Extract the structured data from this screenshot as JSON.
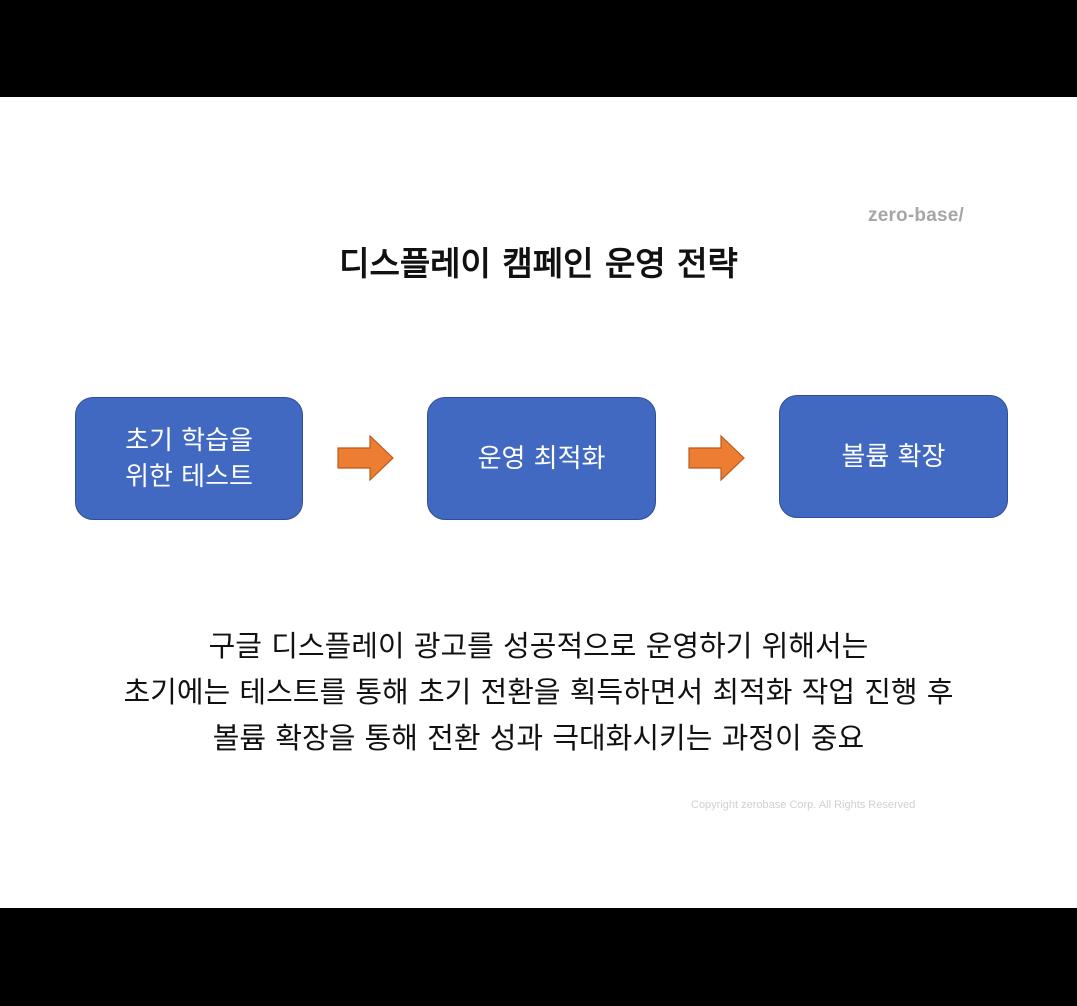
{
  "slide": {
    "logo": "zero-base/",
    "title": "디스플레이 캠페인 운영 전략",
    "flow": [
      {
        "line1": "초기 학습을",
        "line2": "위한 테스트"
      },
      {
        "line1": "운영 최적화",
        "line2": ""
      },
      {
        "line1": "볼륨 확장",
        "line2": ""
      }
    ],
    "arrow_icon": "right-arrow-icon",
    "description": [
      "구글 디스플레이 광고를 성공적으로 운영하기 위해서는",
      "초기에는 테스트를 통해 초기 전환을 획득하면서 최적화 작업 진행 후",
      "볼륨 확장을 통해 전환 성과 극대화시키는 과정이 중요"
    ],
    "copyright": "Copyright zerobase Corp. All Rights Reserved"
  },
  "colors": {
    "box_fill": "#4169c2",
    "box_border": "#2f4f99",
    "arrow_fill": "#ed7d31",
    "arrow_border": "#b85c1e",
    "logo": "#a6a6a6",
    "letterbox": "#000000"
  }
}
